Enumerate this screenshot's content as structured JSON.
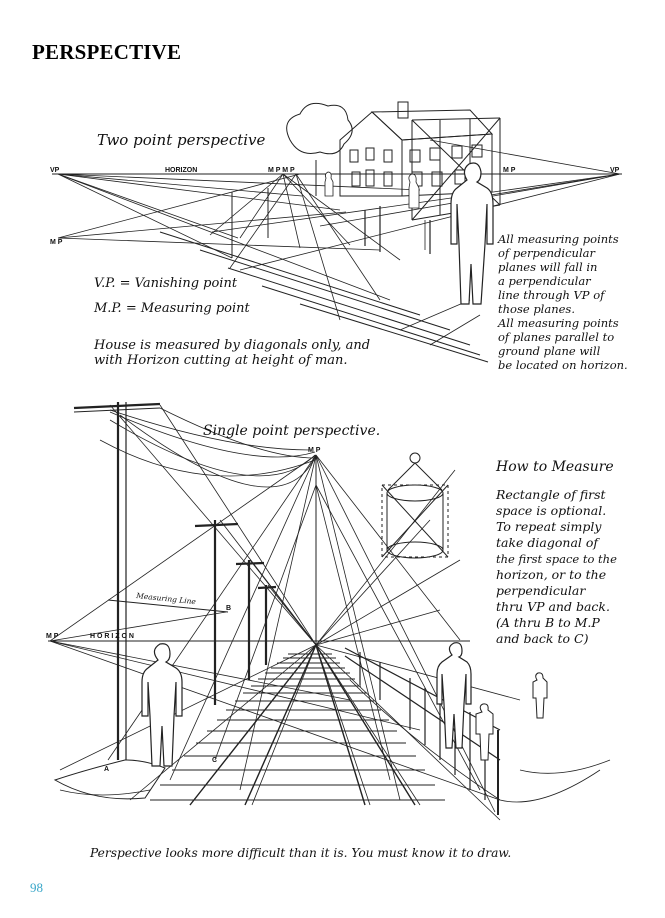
{
  "page": {
    "title": "PERSPECTIVE",
    "page_number": "98"
  },
  "top_figure": {
    "heading": "Two point perspective",
    "horizon_label": "HORIZON",
    "vp_left": "VP",
    "vp_right": "VP",
    "mp_left": "M P",
    "mp_center": "M P M P",
    "mp_right": "M P",
    "legend_vp": "V.P. = Vanishing point",
    "legend_mp": "M.P. = Measuring point",
    "caption_lines": [
      "House is measured by diagonals only, and",
      "with Horizon cutting at height of man."
    ],
    "note_lines": [
      "All measuring points",
      "of perpendicular",
      "planes will fall in",
      "a perpendicular",
      "line through VP of",
      "those planes.",
      "All measuring points",
      "of planes parallel to",
      "ground plane will",
      "be located on horizon."
    ]
  },
  "bottom_figure": {
    "heading": "Single point perspective.",
    "mp_top": "M P",
    "mp_left": "M P",
    "horizon_label": "H O R I Z O N",
    "measuring_line_label": "Measuring Line",
    "letter_a": "A",
    "letter_b": "B",
    "letter_c": "C",
    "how_to_title": "How to Measure",
    "how_to_lines": [
      "Rectangle of first",
      "space is optional.",
      "To repeat simply",
      "take diagonal of",
      "the first space to the",
      "horizon, or to the",
      "perpendicular",
      "thru VP and back.",
      "(A thru B to M.P",
      "and back to C)"
    ],
    "caption": "Perspective looks more difficult than it is. You must know it to draw."
  },
  "colors": {
    "ink": "#111111",
    "page_number": "#3aa7c9",
    "background": "#ffffff"
  }
}
